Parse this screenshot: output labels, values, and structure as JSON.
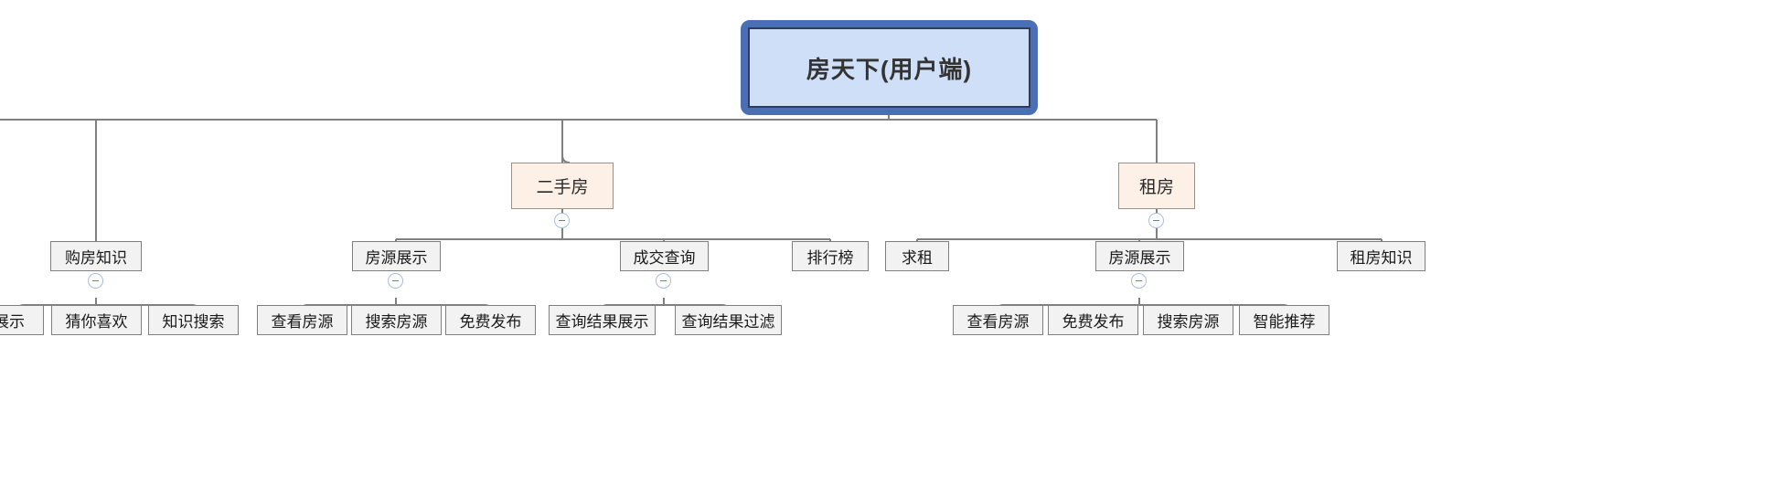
{
  "diagram": {
    "title": "房天下(用户端)",
    "type": "mind-map-tree",
    "colors": {
      "root_border": "#4a6fb5",
      "root_inner_border": "#2d3c5e",
      "root_fill": "#cfdff7",
      "level2_border": "#9c9188",
      "level2_fill": "#fdf1e7",
      "level3_border": "#7f7f7f",
      "level3_fill": "#f2f2f2",
      "edge": "#808080",
      "collapse_border": "#a9bcdd",
      "collapse_glyph": "#5f7fc0"
    }
  },
  "root": {
    "label": "房天下(用户端)"
  },
  "branches": [
    {
      "id": "ershoufang",
      "label": "二手房",
      "collapse_icon": "collapse-minus-icon",
      "children": [
        {
          "id": "fangyuan-zhanshi-esf",
          "label": "房源展示",
          "collapse_icon": "collapse-minus-icon",
          "children": [
            {
              "id": "chakan-fangyuan-esf",
              "label": "查看房源"
            },
            {
              "id": "sousuo-fangyuan-esf",
              "label": "搜索房源"
            },
            {
              "id": "mianfei-fabu-esf",
              "label": "免费发布"
            }
          ]
        },
        {
          "id": "chengjiao-chaxun",
          "label": "成交查询",
          "collapse_icon": "collapse-minus-icon",
          "children": [
            {
              "id": "chaxun-jieguo-zhanshi",
              "label": "查询结果展示"
            },
            {
              "id": "chaxun-jieguo-guolv",
              "label": "查询结果过滤"
            }
          ]
        },
        {
          "id": "paihangbang",
          "label": "排行榜",
          "children": []
        }
      ]
    },
    {
      "id": "zufang",
      "label": "租房",
      "collapse_icon": "collapse-minus-icon",
      "children": [
        {
          "id": "qiuzu",
          "label": "求租",
          "children": []
        },
        {
          "id": "fangyuan-zhanshi-zf",
          "label": "房源展示",
          "collapse_icon": "collapse-minus-icon",
          "children": [
            {
              "id": "chakan-fangyuan-zf",
              "label": "查看房源"
            },
            {
              "id": "mianfei-fabu-zf",
              "label": "免费发布"
            },
            {
              "id": "sousuo-fangyuan-zf",
              "label": "搜索房源"
            },
            {
              "id": "zhineng-tuijian",
              "label": "智能推荐"
            }
          ]
        },
        {
          "id": "zufang-zhishi",
          "label": "租房知识",
          "children": []
        }
      ]
    }
  ],
  "clipped_left_branch": {
    "note_label": "购房知识",
    "id": "goufang-zhishi",
    "collapse_icon": "collapse-minus-icon",
    "children": [
      {
        "id": "zhanshi-clipped",
        "label": "展示"
      },
      {
        "id": "cai-ni-xihuan",
        "label": "猜你喜欢"
      },
      {
        "id": "zhishi-sousuo",
        "label": "知识搜索"
      }
    ]
  }
}
